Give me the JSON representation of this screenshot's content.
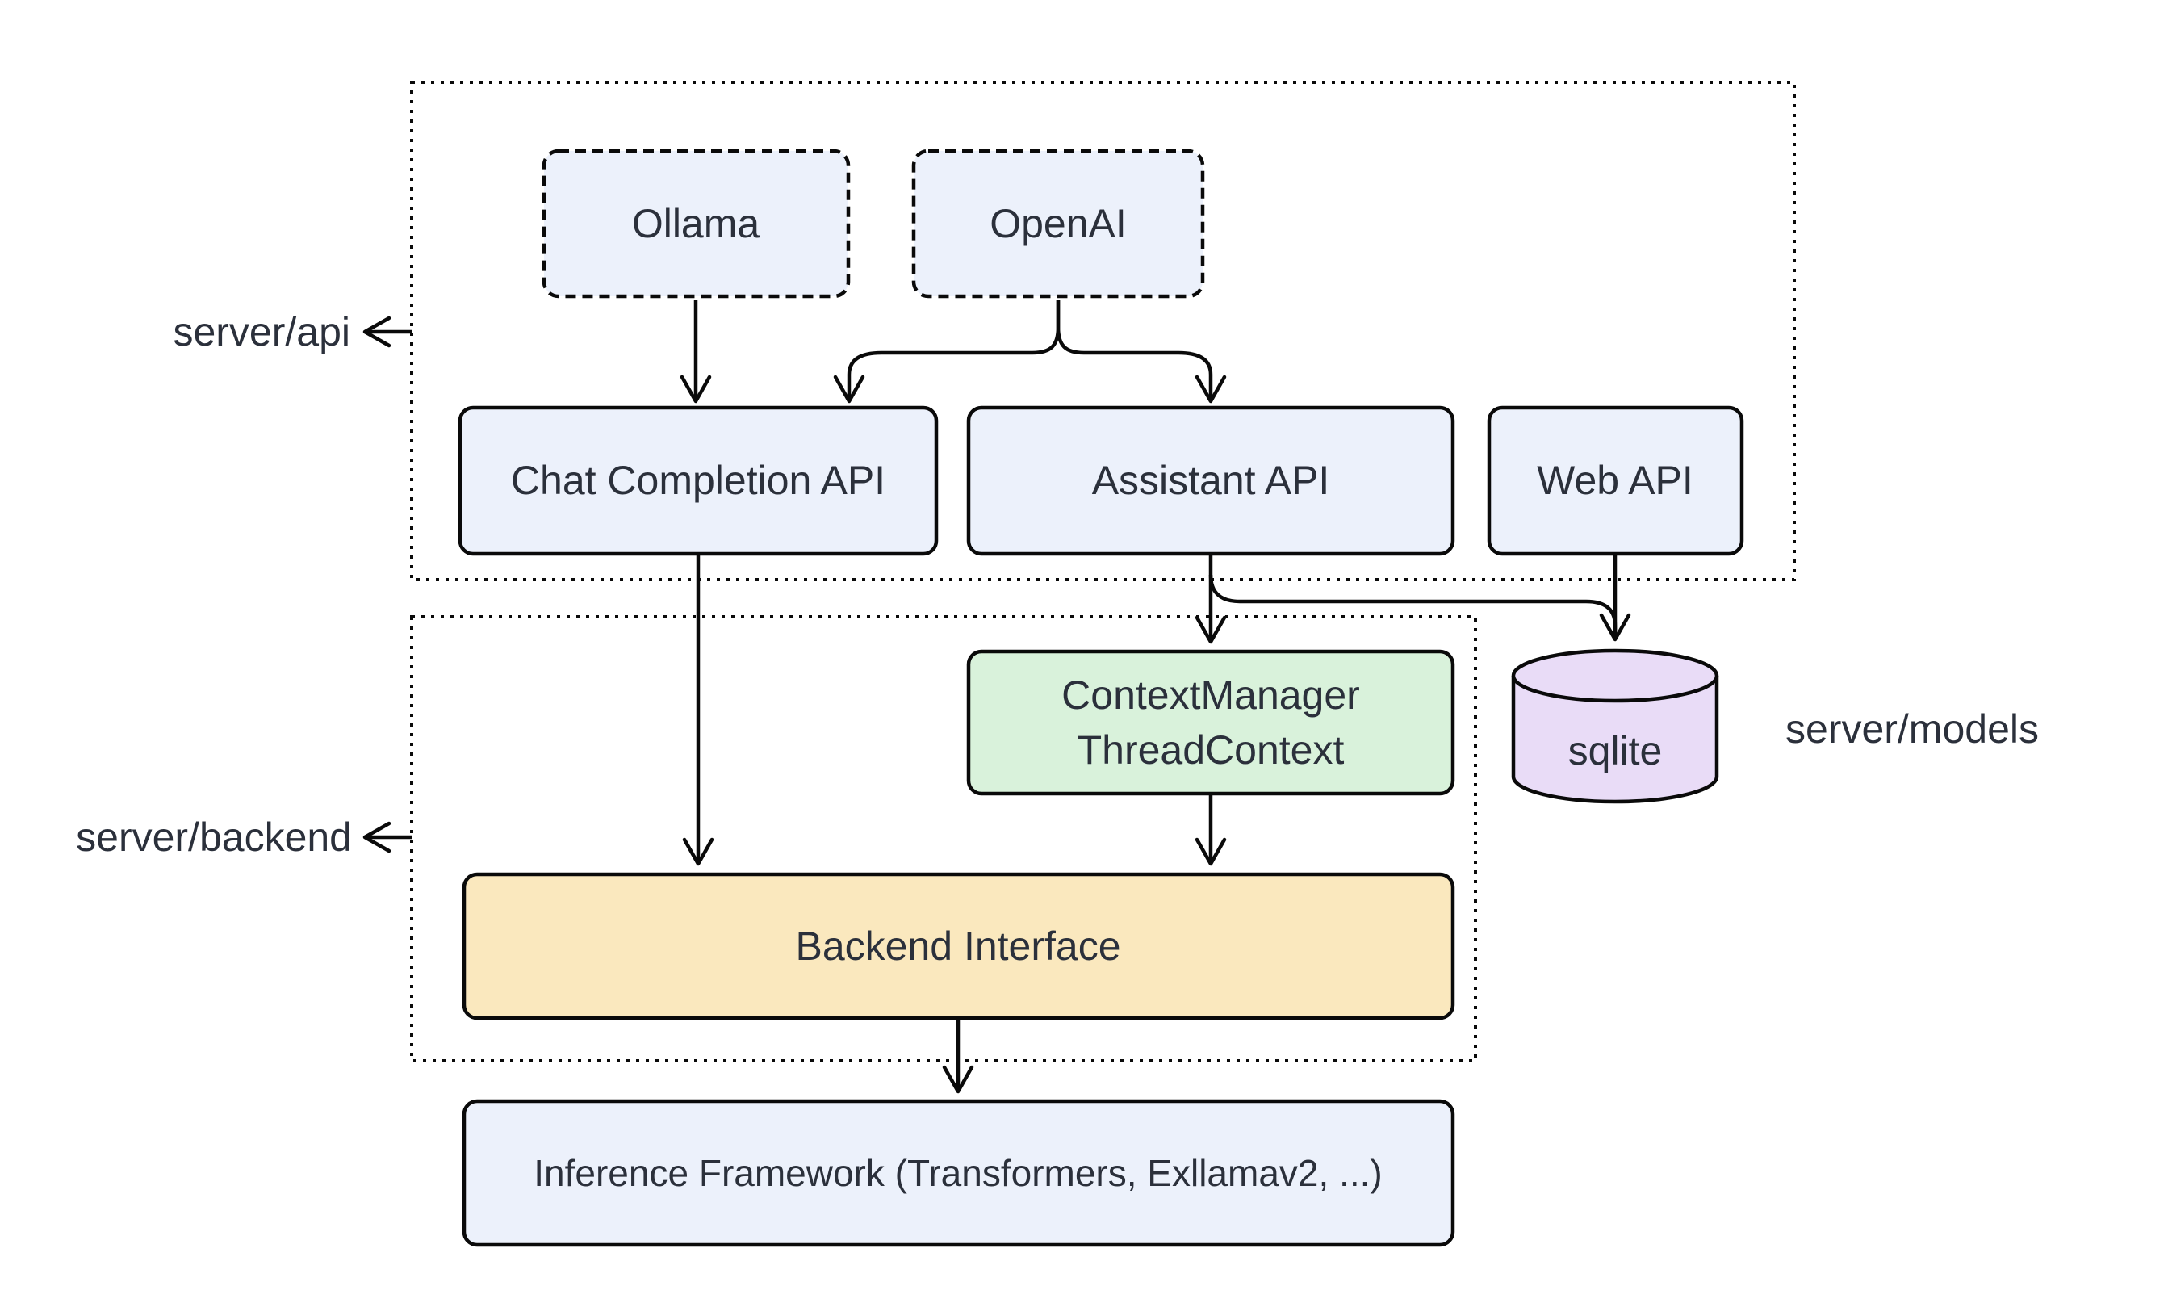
{
  "colors": {
    "node_blue": "#ECF1FB",
    "node_green": "#D9F2DB",
    "node_yellow": "#FAE8BE",
    "node_purple": "#E9DCF7",
    "stroke": "#0A0A0A",
    "text": "#2B303B",
    "background": "#FFFFFF"
  },
  "regions": {
    "api": {
      "label": "server/api"
    },
    "backend": {
      "label": "server/backend"
    },
    "models": {
      "label": "server/models"
    }
  },
  "nodes": {
    "ollama": {
      "label": "Ollama"
    },
    "openai": {
      "label": "OpenAI"
    },
    "chat_api": {
      "label": "Chat Completion API"
    },
    "assistant_api": {
      "label": "Assistant API"
    },
    "web_api": {
      "label": "Web API"
    },
    "context_manager": {
      "line1": "ContextManager",
      "line2": "ThreadContext"
    },
    "sqlite": {
      "label": "sqlite"
    },
    "backend_interface": {
      "label": "Backend Interface"
    },
    "inference": {
      "label": "Inference Framework (Transformers, Exllamav2, ...)"
    }
  }
}
